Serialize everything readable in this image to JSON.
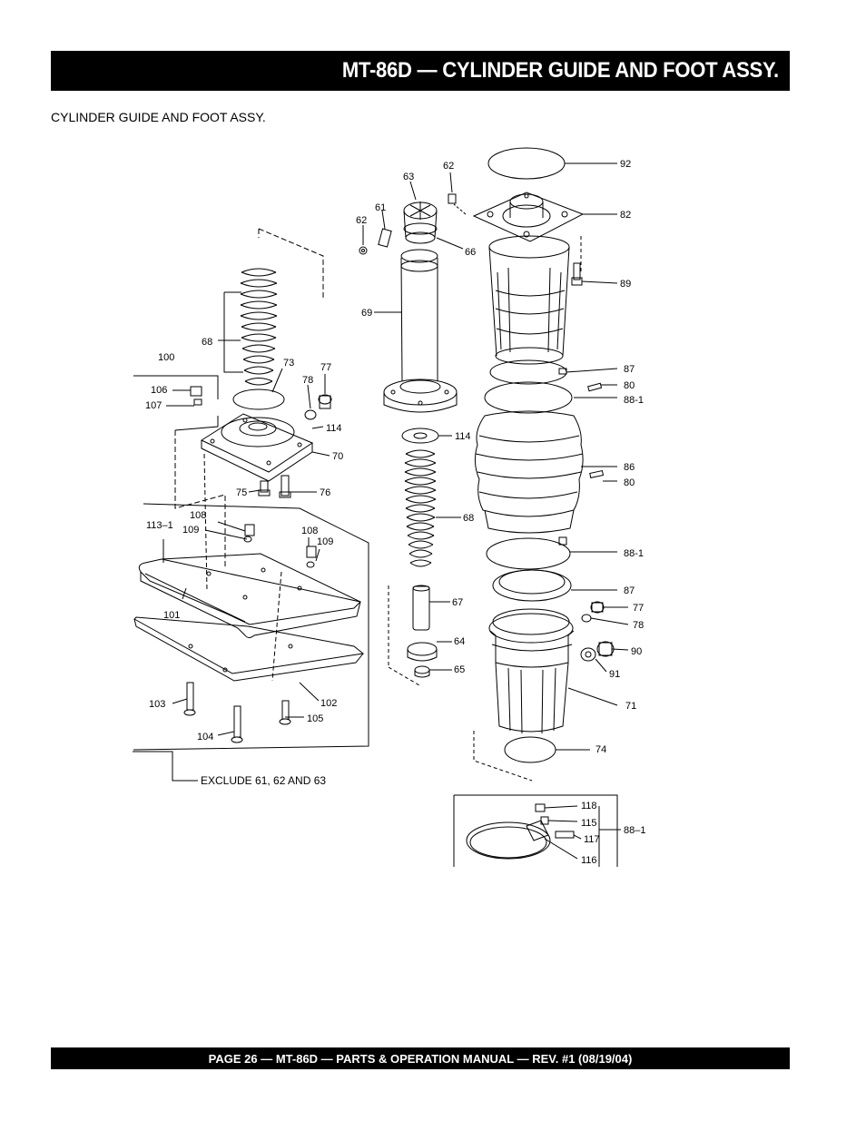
{
  "header": {
    "title": "MT-86D — CYLINDER  GUIDE AND FOOT ASSY."
  },
  "section": {
    "subtitle": "CYLINDER GUIDE AND FOOT ASSY."
  },
  "diagram": {
    "callouts": {
      "c92": "92",
      "c82": "82",
      "c89": "89",
      "c87a": "87",
      "c80a": "80",
      "c881a": "88-1",
      "c86": "86",
      "c80b": "80",
      "c881b": "88-1",
      "c87b": "87",
      "c77b": "77",
      "c78b": "78",
      "c90": "90",
      "c91": "91",
      "c71": "71",
      "c74": "74",
      "c63": "63",
      "c62a": "62",
      "c61": "61",
      "c62b": "62",
      "c66": "66",
      "c69": "69",
      "c114a": "114",
      "c68b": "68",
      "c67": "67",
      "c64": "64",
      "c65": "65",
      "c68a": "68",
      "c100": "100",
      "c73": "73",
      "c77a": "77",
      "c78a": "78",
      "c106": "106",
      "c107": "107",
      "c114b": "114",
      "c70": "70",
      "c75": "75",
      "c76": "76",
      "c108a": "108",
      "c1131": "113–1",
      "c109a": "109",
      "c108b": "108",
      "c109b": "109",
      "c101": "101",
      "c103": "103",
      "c102": "102",
      "c104": "104",
      "c105": "105",
      "c118": "118",
      "c115": "115",
      "c117": "117",
      "c116": "116",
      "c881c": "88–1"
    },
    "note": "EXCLUDE 61, 62 AND 63"
  },
  "footer": {
    "text": "PAGE 26 — MT-86D — PARTS & OPERATION MANUAL — REV. #1 (08/19/04)"
  }
}
